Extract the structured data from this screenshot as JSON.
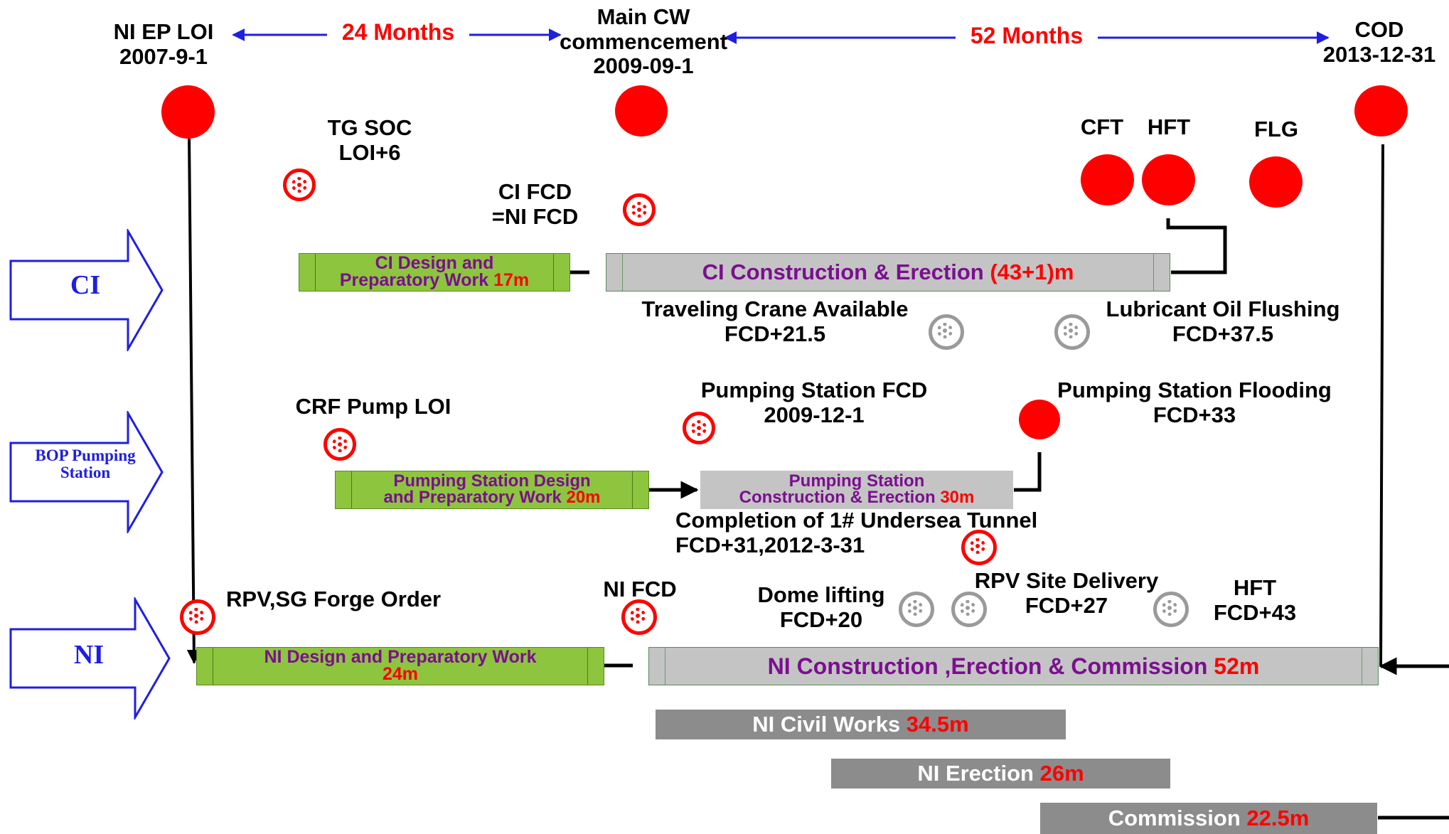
{
  "milestones": {
    "loi": {
      "name": "NI EP LOI",
      "date": "2007-9-1"
    },
    "main_cw": {
      "name_line1": "Main CW",
      "name_line2": "commencement",
      "date": "2009-09-1"
    },
    "cod": {
      "name": "COD",
      "date": "2013-12-31"
    }
  },
  "durations": {
    "first": "24 Months",
    "second": "52 Months"
  },
  "lanes": {
    "ci": {
      "label": "CI"
    },
    "bop": {
      "label_line1": "BOP Pumping",
      "label_line2": "Station"
    },
    "ni": {
      "label": "NI"
    }
  },
  "events": {
    "tg_soc": {
      "line1": "TG SOC",
      "line2": "LOI+6"
    },
    "ci_fcd": {
      "line1": "CI FCD",
      "line2": "=NI FCD"
    },
    "cft": "CFT",
    "hft_top": "HFT",
    "flg": "FLG",
    "crane": {
      "line1": "Traveling Crane Available",
      "line2": "FCD+21.5"
    },
    "oil": {
      "line1": "Lubricant Oil Flushing",
      "line2": "FCD+37.5"
    },
    "crf": "CRF Pump LOI",
    "ps_fcd": {
      "line1": "Pumping Station FCD",
      "line2": "2009-12-1"
    },
    "ps_flood": {
      "line1": "Pumping Station Flooding",
      "line2": "FCD+33"
    },
    "tunnel": {
      "line1": "Completion of 1# Undersea Tunnel",
      "line2": "FCD+31,2012-3-31"
    },
    "rpv_forge": "RPV,SG Forge Order",
    "ni_fcd": "NI FCD",
    "dome": {
      "line1": "Dome lifting",
      "line2": "FCD+20"
    },
    "rpv_site": {
      "line1": "RPV Site Delivery",
      "line2": "FCD+27"
    },
    "hft_ni": {
      "line1": "HFT",
      "line2": "FCD+43"
    }
  },
  "bars": {
    "ci_design": {
      "line1": "CI  Design and",
      "line2": "Preparatory Work",
      "value": "17m"
    },
    "ci_construction": {
      "label": "CI Construction & Erection",
      "value": "(43+1)m"
    },
    "ps_design": {
      "line1": "Pumping Station Design",
      "line2": "and Preparatory Work",
      "value": "20m"
    },
    "ps_construction": {
      "line1": "Pumping Station",
      "line2": "Construction & Erection",
      "value": "30m"
    },
    "ni_design": {
      "line1": "NI Design and Preparatory Work",
      "value": "24m"
    },
    "ni_construction": {
      "label": "NI Construction ,Erection & Commission",
      "value": "52m"
    },
    "ni_civil": {
      "label": "NI Civil Works",
      "value": "34.5m"
    },
    "ni_erection": {
      "label": "NI Erection",
      "value": "26m"
    },
    "commission": {
      "label": "Commission",
      "value": "22.5m"
    }
  },
  "colors": {
    "milestone": "#ff0000",
    "lane_arrow": "#1f1fe0",
    "duration_text": "#ff0000",
    "design_bar": "#8dc53e",
    "construction_bar": "#c4c4c4",
    "sub_bar": "#8c8c8c",
    "bar_text": "#7b0f8f",
    "incomplete_event": "#9a9a9a"
  }
}
